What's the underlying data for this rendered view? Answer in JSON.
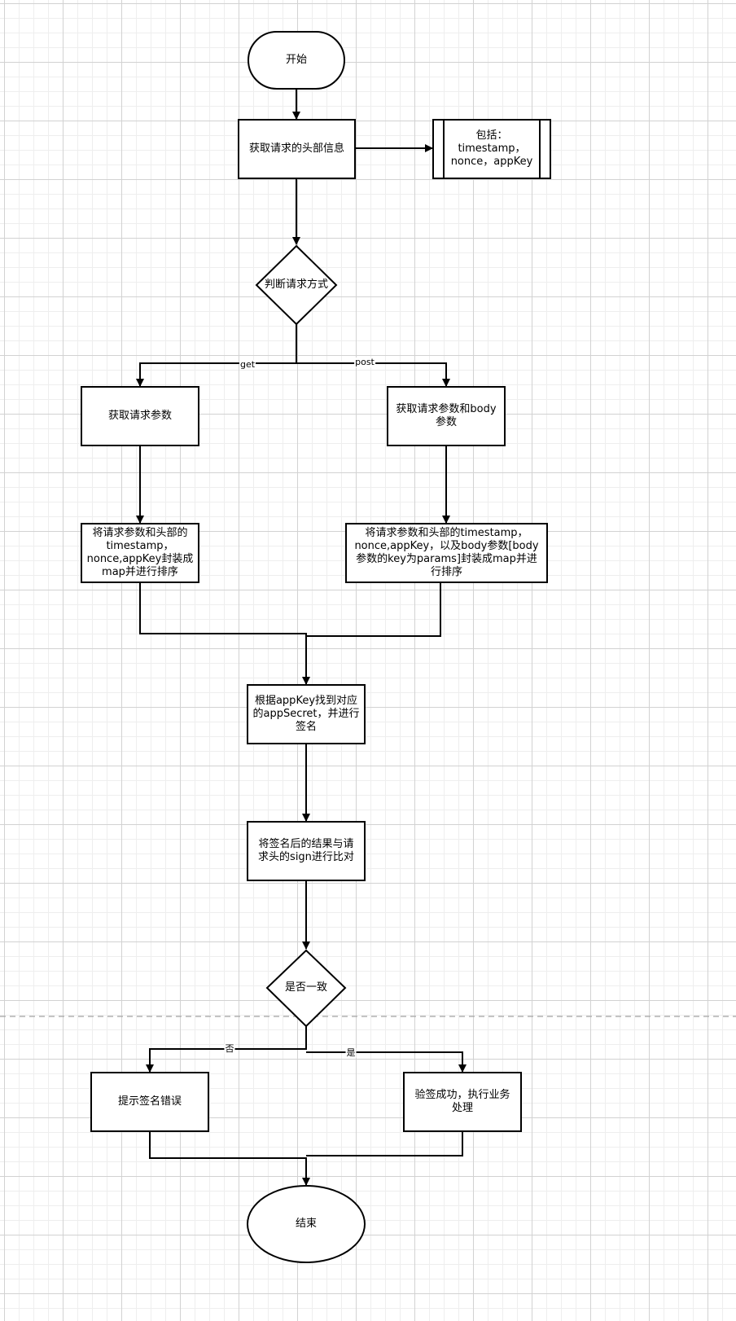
{
  "nodes": {
    "start": "开始",
    "get_headers": "获取请求的头部信息",
    "headers_note": "包括：\ntimestamp，\nnonce，appKey",
    "decide_method": "判断请求方式",
    "get_params": "获取请求参数",
    "get_params_body": "获取请求参数和body\n参数",
    "map_get": "将请求参数和头部的\ntimestamp，\nnonce,appKey封装成\nmap并进行排序",
    "map_post": "将请求参数和头部的timestamp，\nnonce,appKey，以及body参数[body\n参数的key为params]封装成map并进\n行排序",
    "sign": "根据appKey找到对应\n的appSecret，并进行\n签名",
    "compare": "将签名后的结果与请\n求头的sign进行比对",
    "is_match": "是否一致",
    "sign_error": "提示签名错误",
    "verify_ok": "验签成功，执行业务\n处理",
    "end": "结束"
  },
  "edge_labels": {
    "get": "get",
    "post": "post",
    "no": "否",
    "yes": "是"
  }
}
